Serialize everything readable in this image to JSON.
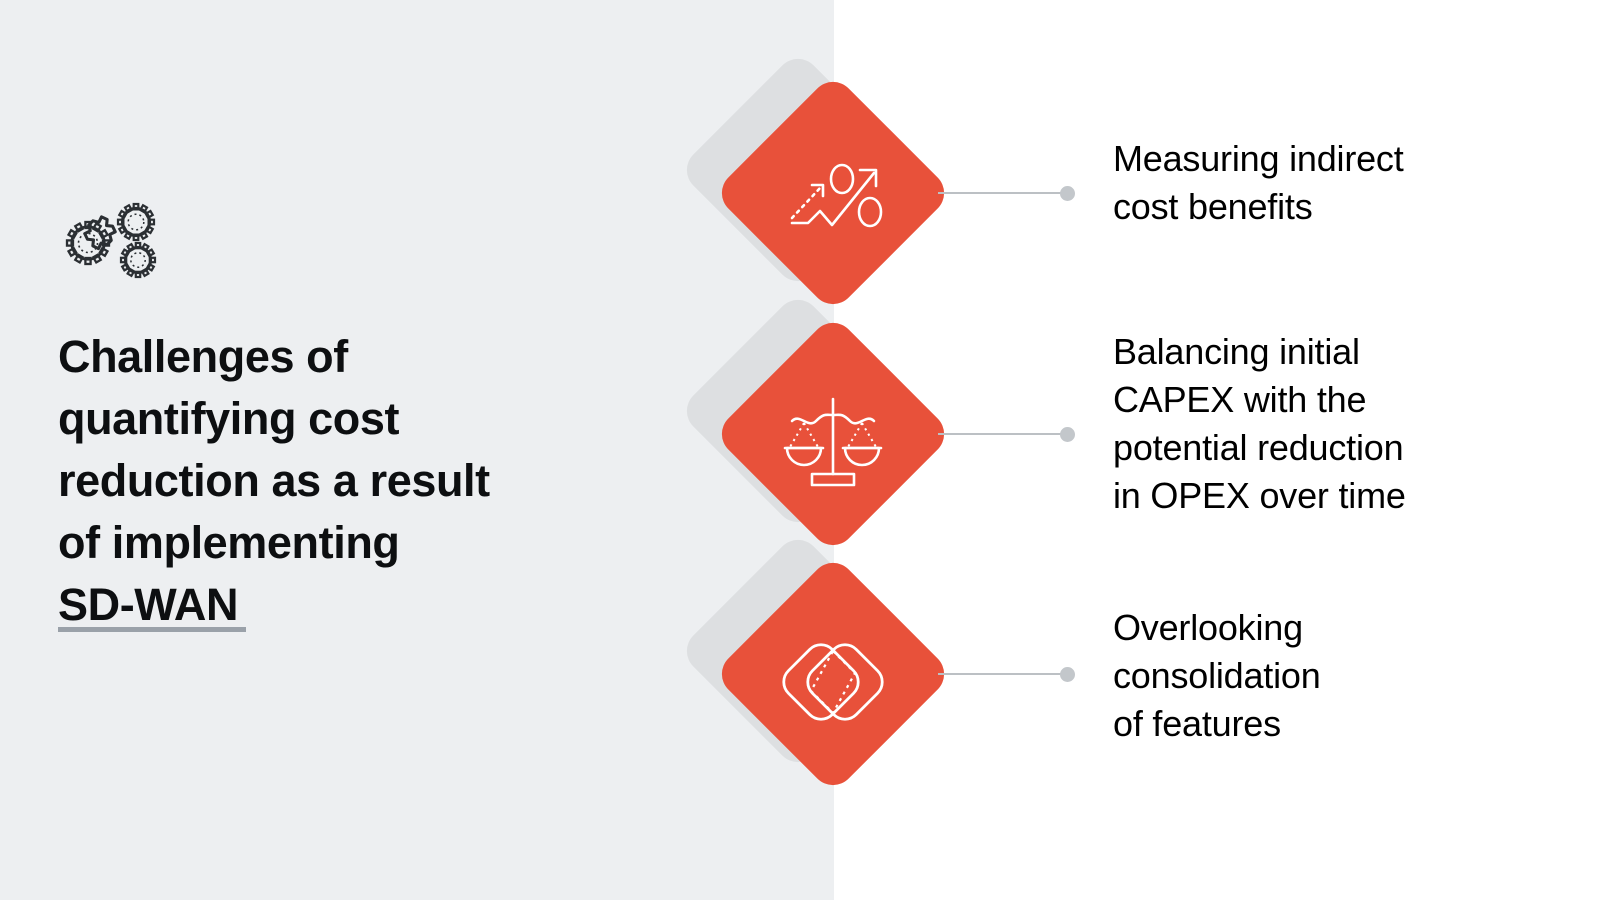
{
  "theme": {
    "panel_bg": "#edeff1",
    "page_bg": "#ffffff",
    "accent": "#e8513a",
    "accent_shadow": "#dddfe1",
    "rule_color": "#9aa1a9",
    "connector_color": "#bcc0c4",
    "dot_color": "#c3c7cb",
    "heading_color": "#0d0f11",
    "label_color": "#000000"
  },
  "left": {
    "icon_name": "gears-icon",
    "heading": "Challenges of\nquantifying cost\nreduction as a result\nof implementing\nSD-WAN",
    "divider": "horizontal-rule"
  },
  "items": [
    {
      "icon_name": "percent-growth-arrow-icon",
      "label": "Measuring indirect\ncost benefits"
    },
    {
      "icon_name": "balance-scale-icon",
      "label": "Balancing initial\nCAPEX with the\npotential reduction\nin OPEX over time"
    },
    {
      "icon_name": "overlapping-diamonds-merge-icon",
      "label": "Overlooking\nconsolidation\nof features"
    }
  ]
}
